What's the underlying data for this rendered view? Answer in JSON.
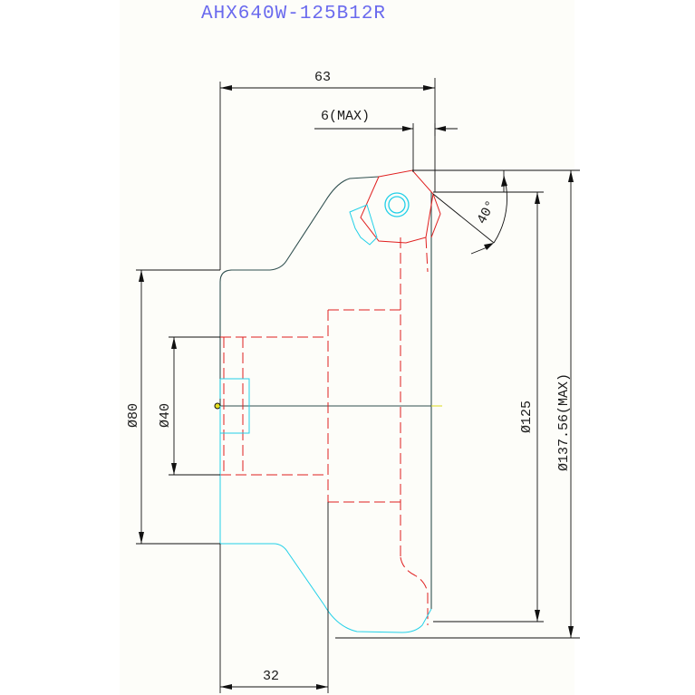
{
  "title": "AHX640W-125B12R",
  "colors": {
    "title": "#6a6aee",
    "outline": "#2f4f4f",
    "hidden": "#e02020",
    "insert": "#22d0e8",
    "dimension": "#111111",
    "paper": "#fdfdf9"
  },
  "dimensions": {
    "overall_length": "63",
    "cut_depth": "6(MAX)",
    "lead_angle": "40°",
    "dia_80": "Ø80",
    "dia_40": "Ø40",
    "dia_125": "Ø125",
    "dia_137": "Ø137.56(MAX)",
    "width_32": "32"
  }
}
